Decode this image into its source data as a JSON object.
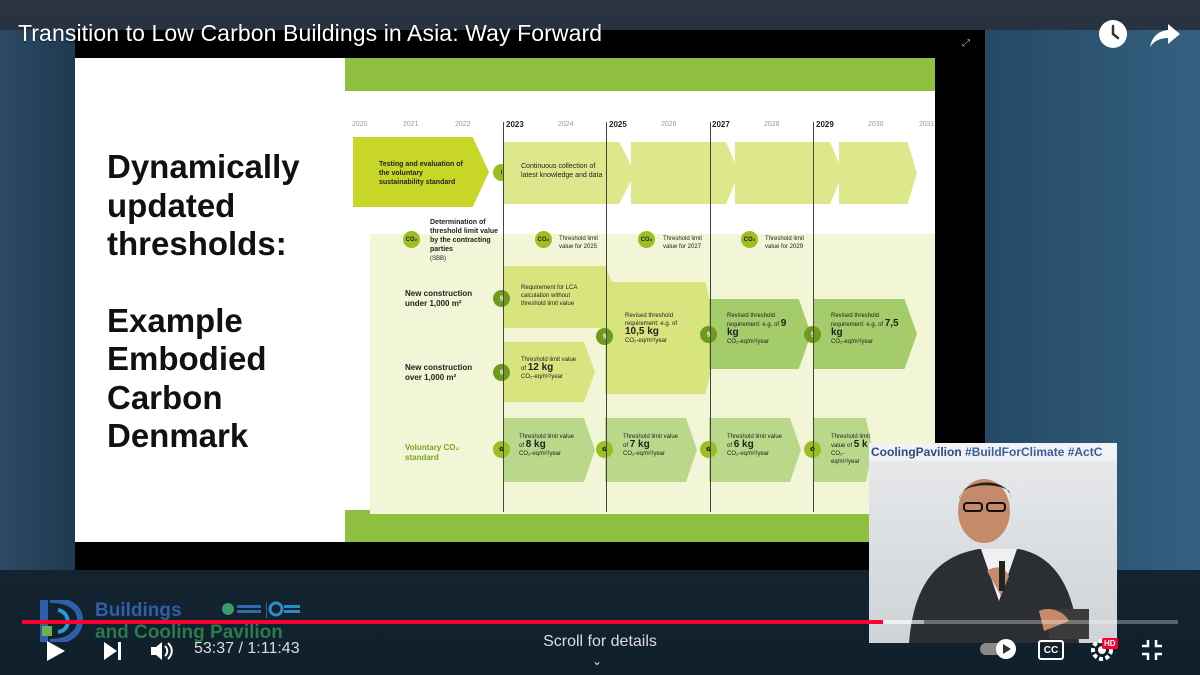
{
  "video": {
    "title": "Transition to Low Carbon Buildings in Asia: Way Forward",
    "current_time": "53:37",
    "duration": "1:11:43",
    "time_separator": " / ",
    "progress_fraction": 0.745,
    "buffer_fraction": 0.78,
    "scroll_hint": "Scroll for details",
    "hd_badge": "HD"
  },
  "icons": {
    "watch_later": "clock-icon",
    "share": "share-arrow-icon",
    "play": "play-icon",
    "next": "next-icon",
    "volume": "volume-icon",
    "autoplay": "autoplay-toggle-icon",
    "captions": "cc-icon",
    "settings": "gear-icon",
    "exit_fullscreen": "exit-fullscreen-icon"
  },
  "captions_label": "CC",
  "slide": {
    "heading_lines_1": [
      "Dynamically",
      "updated",
      "thresholds:"
    ],
    "heading_lines_2": [
      "Example",
      "Embodied",
      "Carbon",
      "Denmark"
    ],
    "years": [
      "2020",
      "2021",
      "2022",
      "2023",
      "2024",
      "2025",
      "2026",
      "2027",
      "2028",
      "2029",
      "2030",
      "2031"
    ],
    "major_years": [
      "2023",
      "2025",
      "2027",
      "2029"
    ],
    "testing": "Testing and evaluation of the voluntary sustainability standard",
    "info_badge": "i",
    "continuous": "Continuous collection of latest knowledge and data",
    "co2_badge": "CO₂",
    "determination": "Determination of threshold limit value by the contracting parties",
    "determination_sub": "(SBB)",
    "tl_2025": "Threshold limit value for 2025",
    "tl_2027": "Threshold limit value for 2027",
    "tl_2029": "Threshold limit value for 2029",
    "new_under": "New construction under 1,000 m²",
    "new_over": "New construction over 1,000 m²",
    "voluntary": "Voluntary CO₂ standard",
    "section_badge": "§",
    "req_lca": "Requirement for LCA calculation without threshold limit value",
    "tl12_pre": "Threshold limit value of",
    "tl12_val": "12 kg",
    "unit": "CO₂-eq/m²/year",
    "revised_pre": "Revised threshold requirement: e.g. of",
    "revised_2025": "10,5 kg",
    "revised_2027": "9 kg",
    "revised_2029": "7,5 kg",
    "vol_pre": "Threshold limit value of",
    "vol_2023": "8 kg",
    "vol_2025": "7 kg",
    "vol_2027": "6 kg",
    "vol_2029": "5 k"
  },
  "pip": {
    "banner_1": "CoolingPavilion",
    "banner_2": "#BuildForClimate",
    "banner_3": "#ActC"
  },
  "branding": {
    "line1": "Buildings",
    "line2": "and Cooling Pavilion"
  },
  "colors": {
    "progress": "#ff0033",
    "slide_green": "#8fbf3f",
    "arrow_yellow": "#dde88c"
  }
}
